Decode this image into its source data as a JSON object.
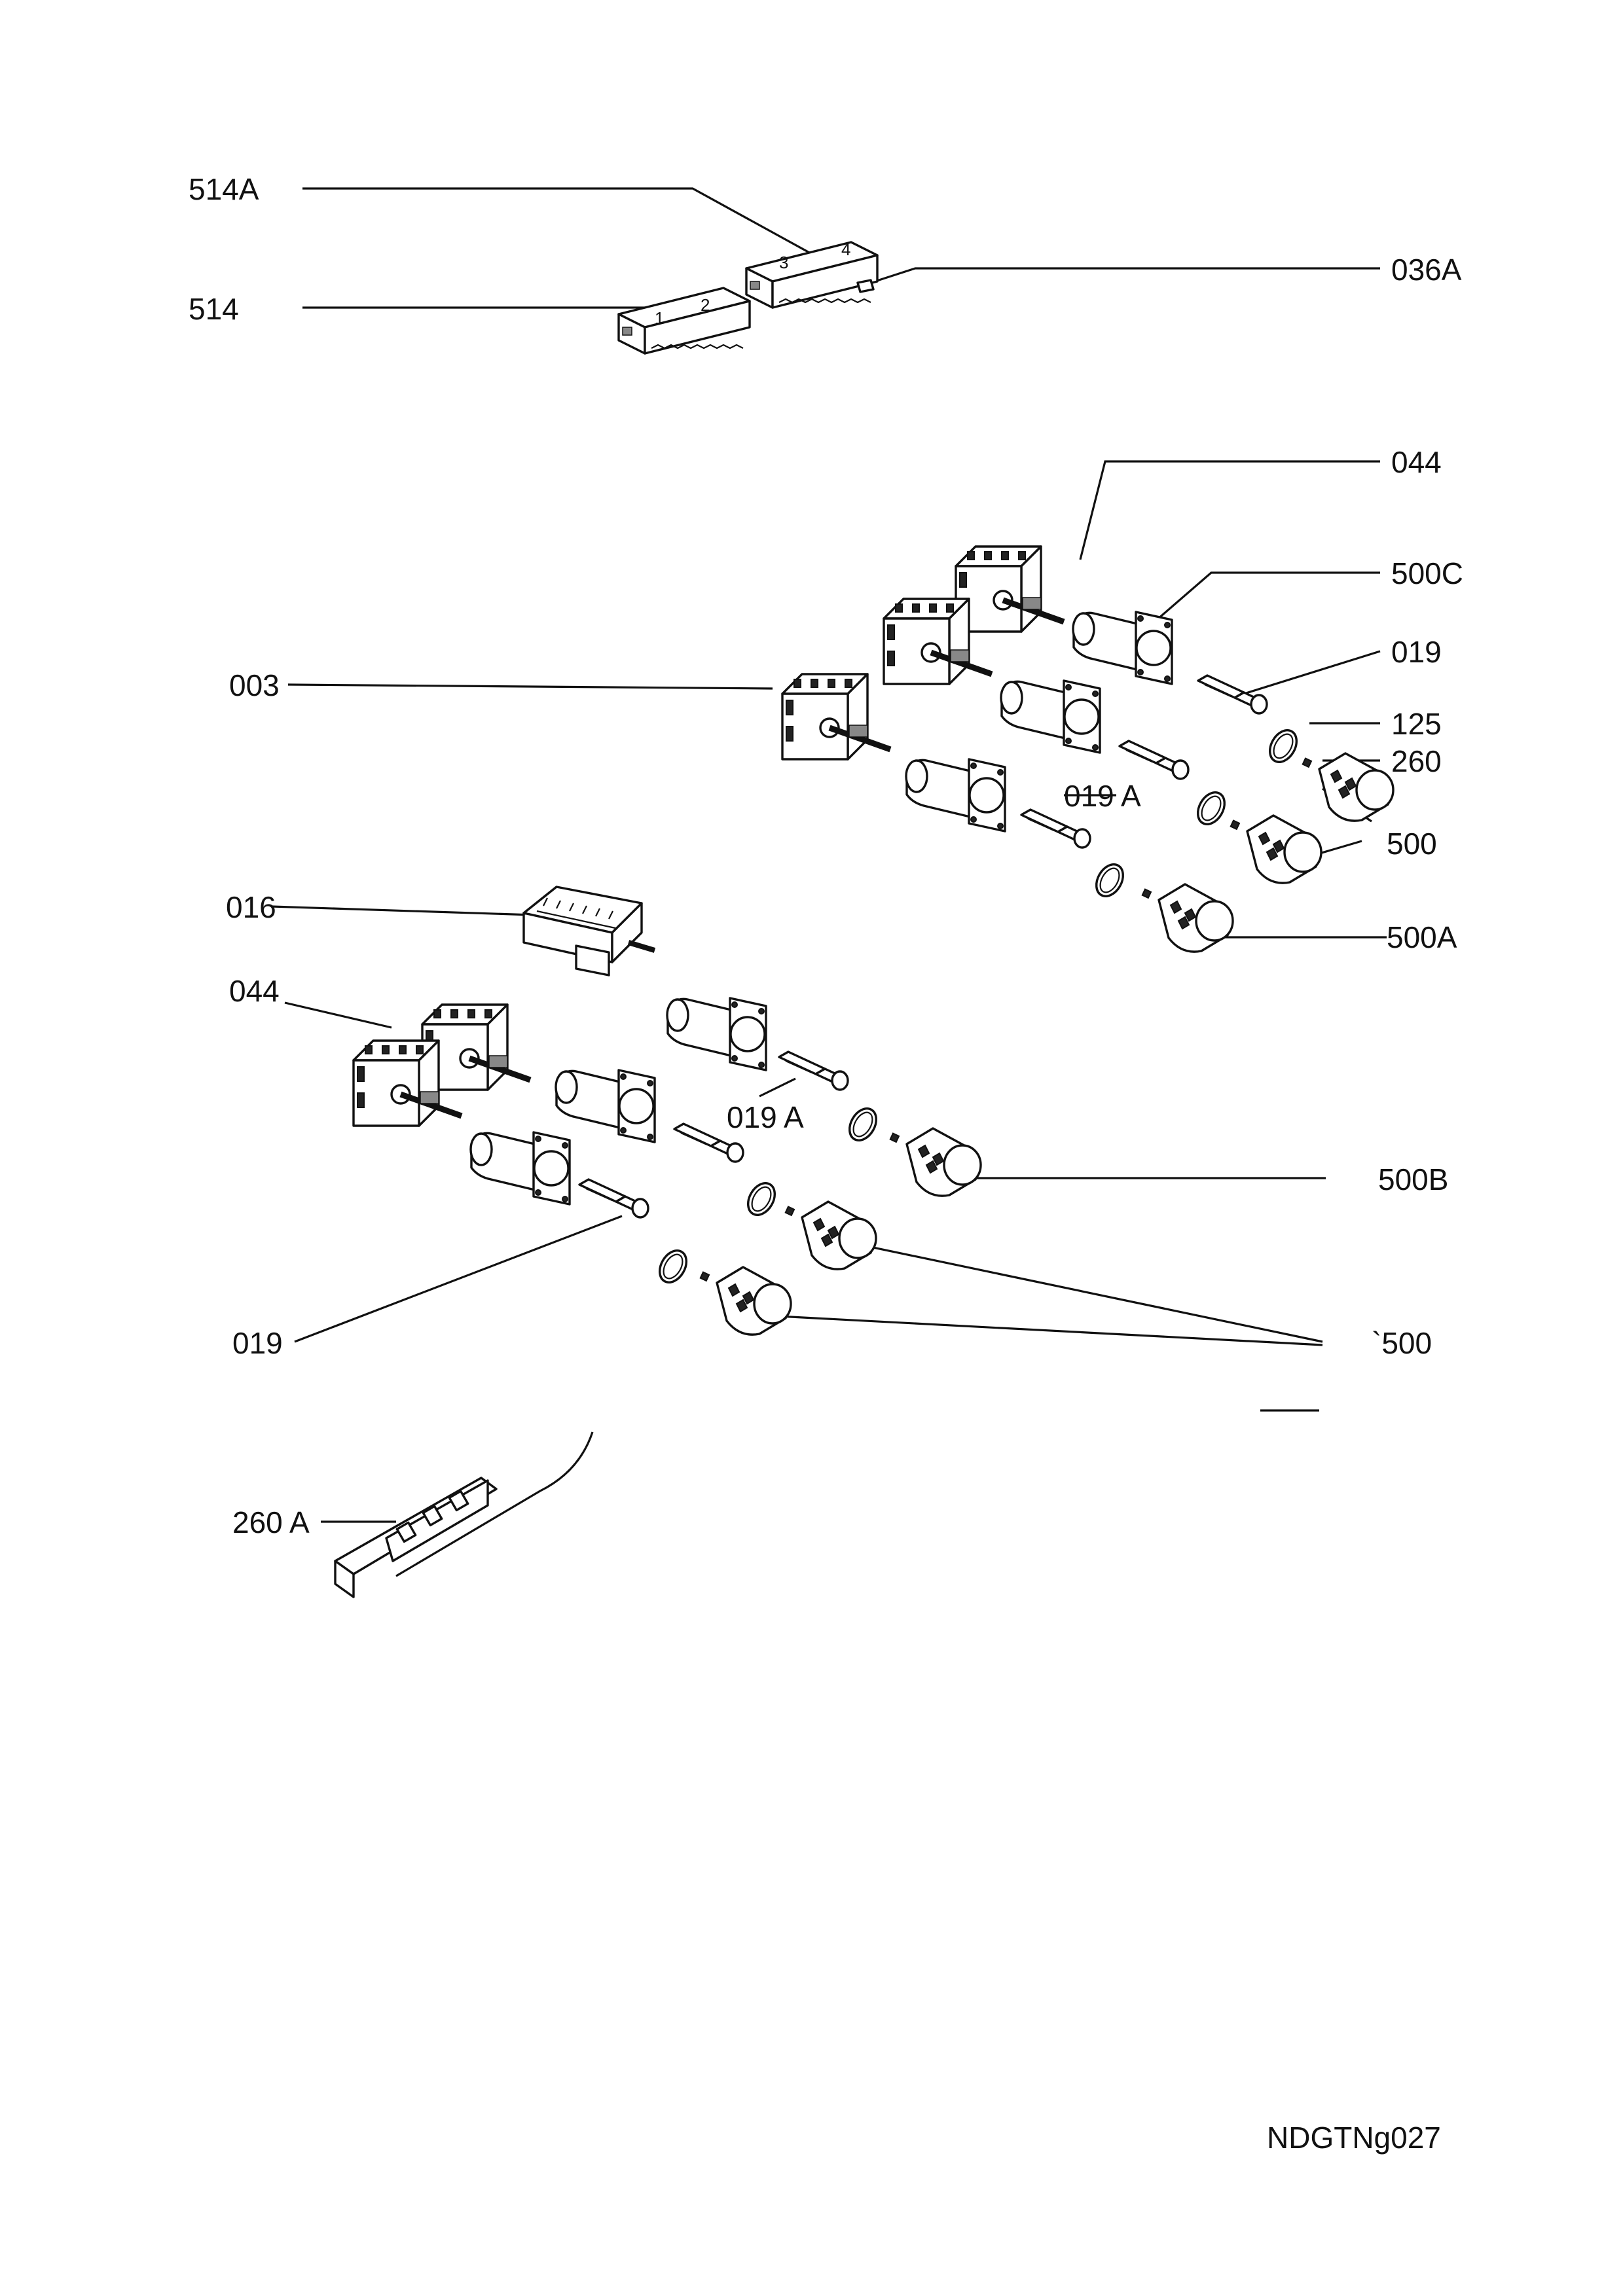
{
  "labels": {
    "l514A": "514A",
    "l514": "514",
    "l036A": "036A",
    "l044_top": "044",
    "l500C": "500C",
    "l019_top": "019",
    "l003": "003",
    "l125": "125",
    "l260": "260",
    "l019A_top": "019 A",
    "l500_top": "500",
    "l016": "016",
    "l500A": "500A",
    "l044_left": "044",
    "l019A_mid": "019 A",
    "l500B": "500B",
    "l019_bottom": "019",
    "l500_bottom": "`500",
    "l260A": "260 A",
    "code": "NDGTNg027"
  },
  "icons": {
    "connector_block": "terminal-block-icon",
    "switch": "rotary-switch-icon",
    "bracket": "bezel-bracket-icon",
    "shaft": "shaft-extension-icon",
    "ring": "o-ring-icon",
    "knob": "control-knob-icon"
  }
}
